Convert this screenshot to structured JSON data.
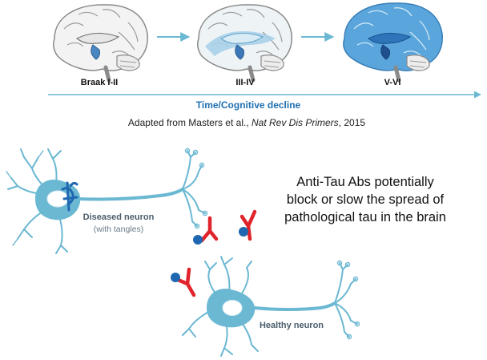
{
  "braak_stages": [
    "Braak I-II",
    "III-IV",
    "V-VI"
  ],
  "axis_label": "Time/Cognitive decline",
  "citation": {
    "prefix": "Adapted from Masters et al., ",
    "journal": "Nat Rev Dis Primers",
    "suffix": ", 2015"
  },
  "diseased_neuron": {
    "label": "Diseased neuron",
    "sublabel": "(with tangles)"
  },
  "healthy_neuron": {
    "label": "Healthy neuron"
  },
  "caption_lines": [
    "Anti-Tau Abs potentially",
    "block or slow the spread of",
    "pathological tau in the brain"
  ],
  "colors": {
    "neuron": "#6bb8d3",
    "tau": "#1f67b1",
    "antibody": "#e0242b",
    "axis": "#6bb8d3",
    "axis_text": "#1f6fb0"
  }
}
